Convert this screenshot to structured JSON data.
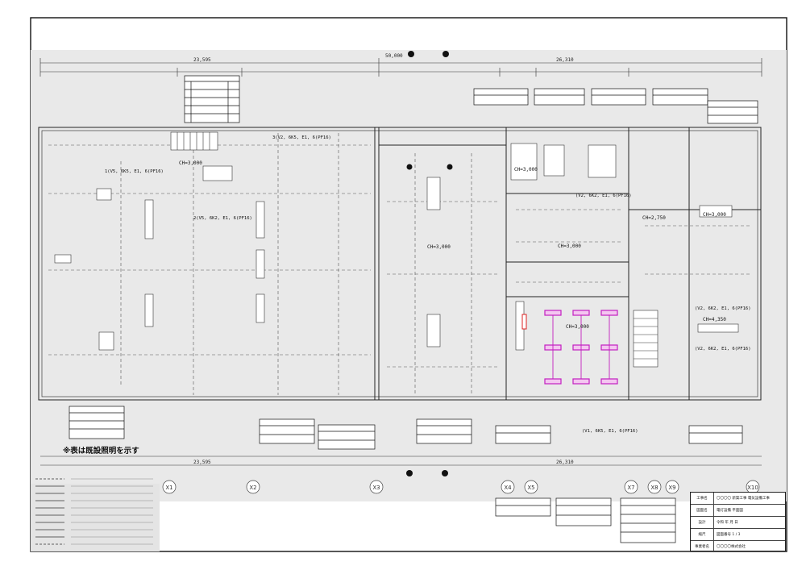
{
  "drawing": {
    "title": "電灯設備 平面図",
    "note": "※表は既設照明を示す",
    "page": "1 / 3",
    "total_dim_top": "23,595",
    "total_dim_top_right": "26,310",
    "total_dim_bottom_left": "23,595",
    "total_dim_bottom_right": "26,310",
    "center_dim_top": "50,000"
  },
  "gridlines": [
    "X1",
    "X2",
    "X3",
    "X4",
    "X5",
    "X7",
    "X8",
    "X9",
    "X10"
  ],
  "room_labels": [
    {
      "text": "CH=3,000",
      "tag": "ch-1"
    },
    {
      "text": "CH=3,000",
      "tag": "ch-2"
    },
    {
      "text": "CH=3,000",
      "tag": "ch-3"
    },
    {
      "text": "CH=2,750",
      "tag": "ch-4"
    },
    {
      "text": "CH=3,000",
      "tag": "ch-5"
    },
    {
      "text": "CH=3,000",
      "tag": "ch-6"
    },
    {
      "text": "CH=4,350",
      "tag": "ch-7"
    },
    {
      "text": "CH=3,000",
      "tag": "ch-8"
    }
  ],
  "circuit_callouts": [
    "1(V5, 6K5, E1, 6(PF16)",
    "2(V5, 6K2, E1, 6(PF16)",
    "3(V2, 6K5, E1, 6(PF16)",
    "(V2, 6K2, E1, 6(PF16)",
    "(V2, 6K2, E1, 6(PF16)",
    "(V2, 6K2, E1, 6(PF16)",
    "(V1, 6K5, E1, 6(PF16)"
  ],
  "title_block": {
    "rows": [
      {
        "label": "工事名",
        "value": "〇〇〇〇 新築工事 電気設備工事"
      },
      {
        "label": "図面名",
        "value": "電灯設備 平面図"
      },
      {
        "label": "設計",
        "value": "令和 年 月 日"
      },
      {
        "label": "縮尺",
        "value": "図面番号 1 / 3"
      },
      {
        "label": "事業者名",
        "value": "〇〇〇〇株式会社"
      }
    ]
  },
  "legend_title": "凡例"
}
